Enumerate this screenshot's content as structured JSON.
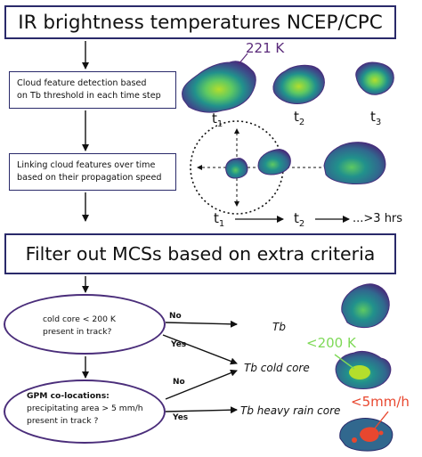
{
  "header": {
    "title": "IR brightness temperatures NCEP/CPC"
  },
  "step1": {
    "line1": "Cloud feature detection based",
    "line2": "on Tb threshold in each time step"
  },
  "step2": {
    "line1": "Linking cloud features over time",
    "line2": "based on their propagation speed"
  },
  "threshold_label": "221 K",
  "time_labels": {
    "t1": "t",
    "t1_sub": "1",
    "t2": "t",
    "t2_sub": "2",
    "t3": "t",
    "t3_sub": "3"
  },
  "track_labels": {
    "t1": "t",
    "t1_sub": "1",
    "t2": "t",
    "t2_sub": "2",
    "end": "...>3 hrs"
  },
  "filter": {
    "title": "Filter out MCSs based on extra criteria"
  },
  "criterion1": {
    "line1": "cold core < 200 K",
    "line2": "present in track?"
  },
  "criterion2": {
    "title": "GPM co-locations:",
    "line1": "precipitating area > 5 mm/h",
    "line2": "present in track ?"
  },
  "decisions": {
    "no1": "No",
    "yes1": "Yes",
    "no2": "No",
    "yes2": "Yes"
  },
  "outcomes": {
    "tb": "Tb",
    "tb_cold_core": "Tb cold core",
    "tb_heavy_rain": "Tb heavy rain core"
  },
  "annotations": {
    "cold": "<200 K",
    "rain": "<5mm/h"
  },
  "colors": {
    "border": "#2a2a6a",
    "ellipse": "#4a2d7a",
    "threshold_label": "#5a2a7a",
    "cold_label": "#7ed957",
    "rain_label": "#e8472f"
  }
}
